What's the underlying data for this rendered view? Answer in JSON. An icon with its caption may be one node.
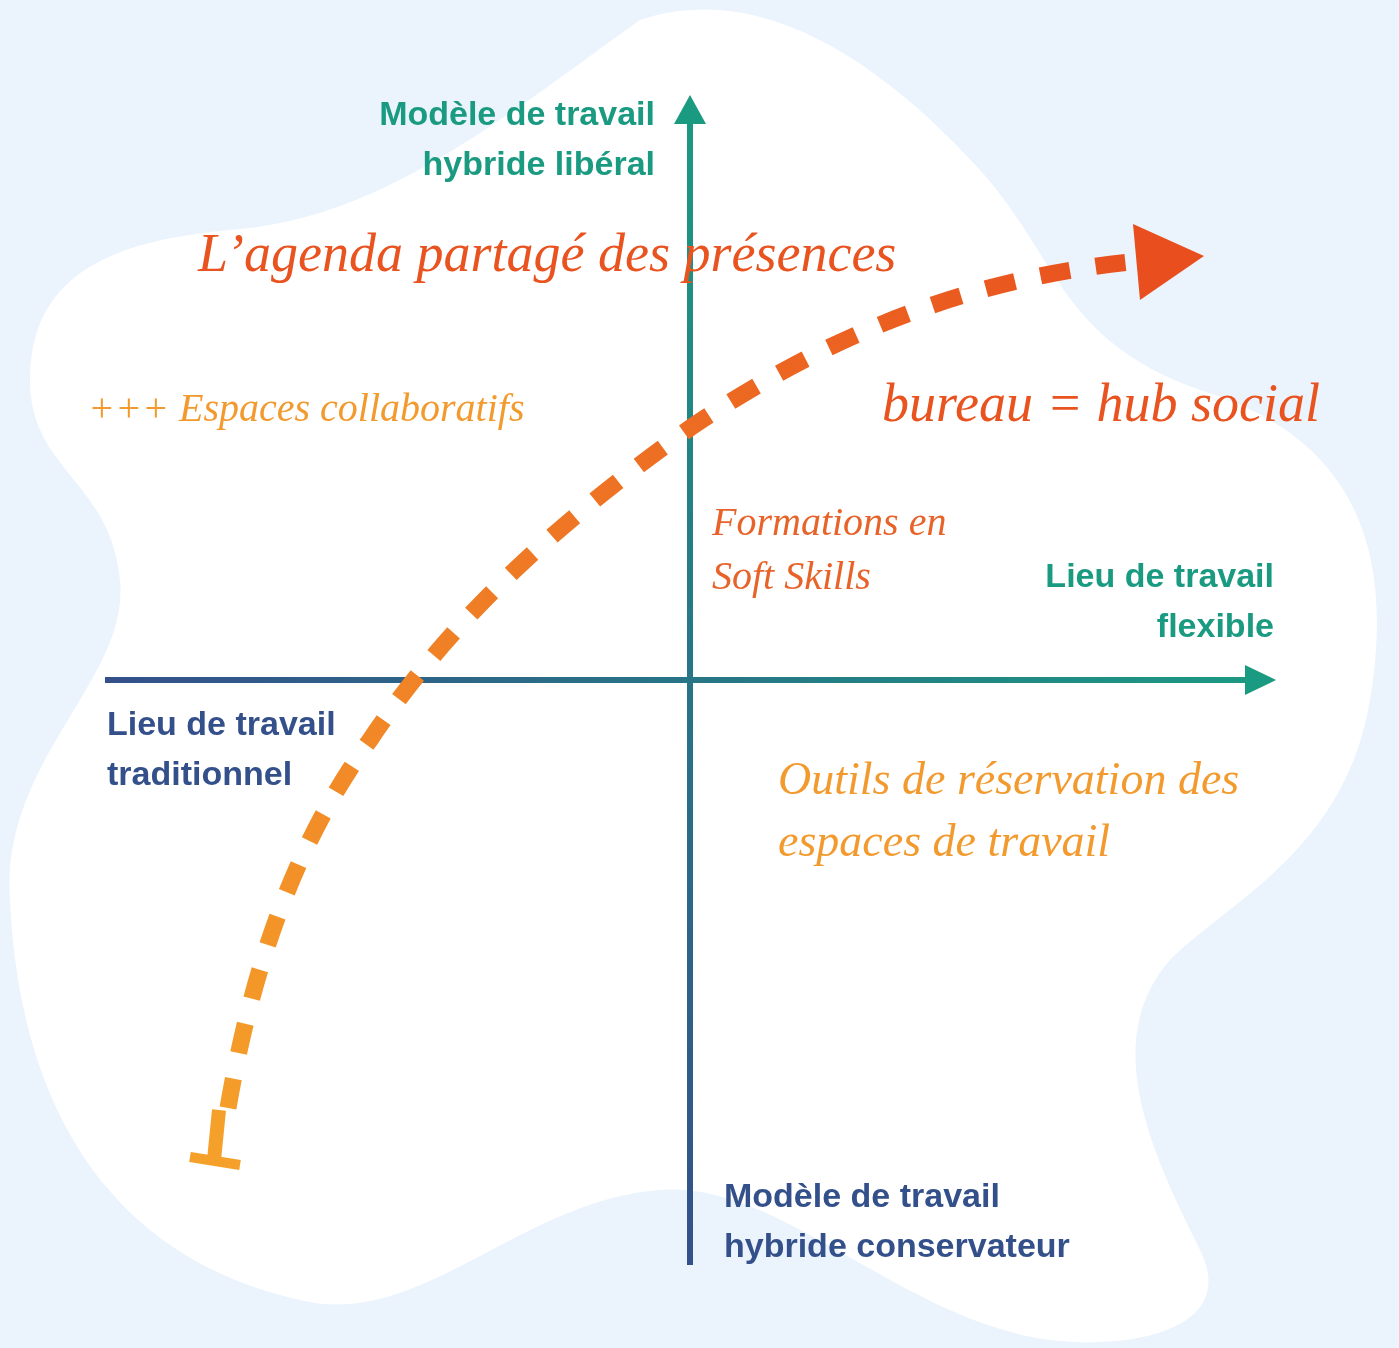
{
  "diagram": {
    "labels": [
      "Modèle de travail hybride libéral",
      "L’agenda partagé des présences",
      "+++ Espaces collaboratifs",
      "bureau = hub social",
      "Formations en Soft Skills",
      "Lieu de travail flexible",
      "Lieu de travail traditionnel",
      "Outils de réservation des espaces de travail",
      "Modèle de travail hybride conservateur"
    ]
  }
}
